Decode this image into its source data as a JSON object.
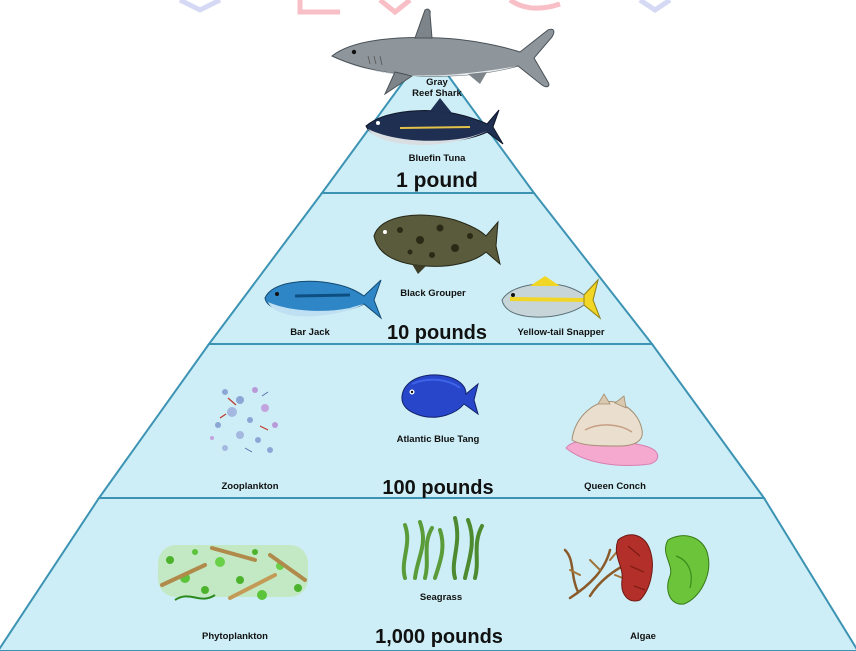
{
  "colors": {
    "tier_fill": "#cdeef6",
    "tier_stroke": "#3c93b3",
    "watermark": "#ec1d3a"
  },
  "levels": [
    {
      "weight": "1 pound",
      "organisms": [
        {
          "name": "Gray\nReef Shark",
          "icon": "shark-icon"
        },
        {
          "name": "Bluefin Tuna",
          "icon": "tuna-icon"
        }
      ]
    },
    {
      "weight": "10 pounds",
      "organisms": [
        {
          "name": "Black Grouper",
          "icon": "grouper-icon"
        },
        {
          "name": "Bar Jack",
          "icon": "bar-jack-icon"
        },
        {
          "name": "Yellow-tail Snapper",
          "icon": "snapper-icon"
        }
      ]
    },
    {
      "weight": "100 pounds",
      "organisms": [
        {
          "name": "Zooplankton",
          "icon": "zooplankton-icon"
        },
        {
          "name": "Atlantic Blue Tang",
          "icon": "blue-tang-icon"
        },
        {
          "name": "Queen Conch",
          "icon": "conch-icon"
        }
      ]
    },
    {
      "weight": "1,000 pounds",
      "organisms": [
        {
          "name": "Phytoplankton",
          "icon": "phytoplankton-icon"
        },
        {
          "name": "Seagrass",
          "icon": "seagrass-icon"
        },
        {
          "name": "Algae",
          "icon": "algae-icon"
        }
      ]
    }
  ]
}
